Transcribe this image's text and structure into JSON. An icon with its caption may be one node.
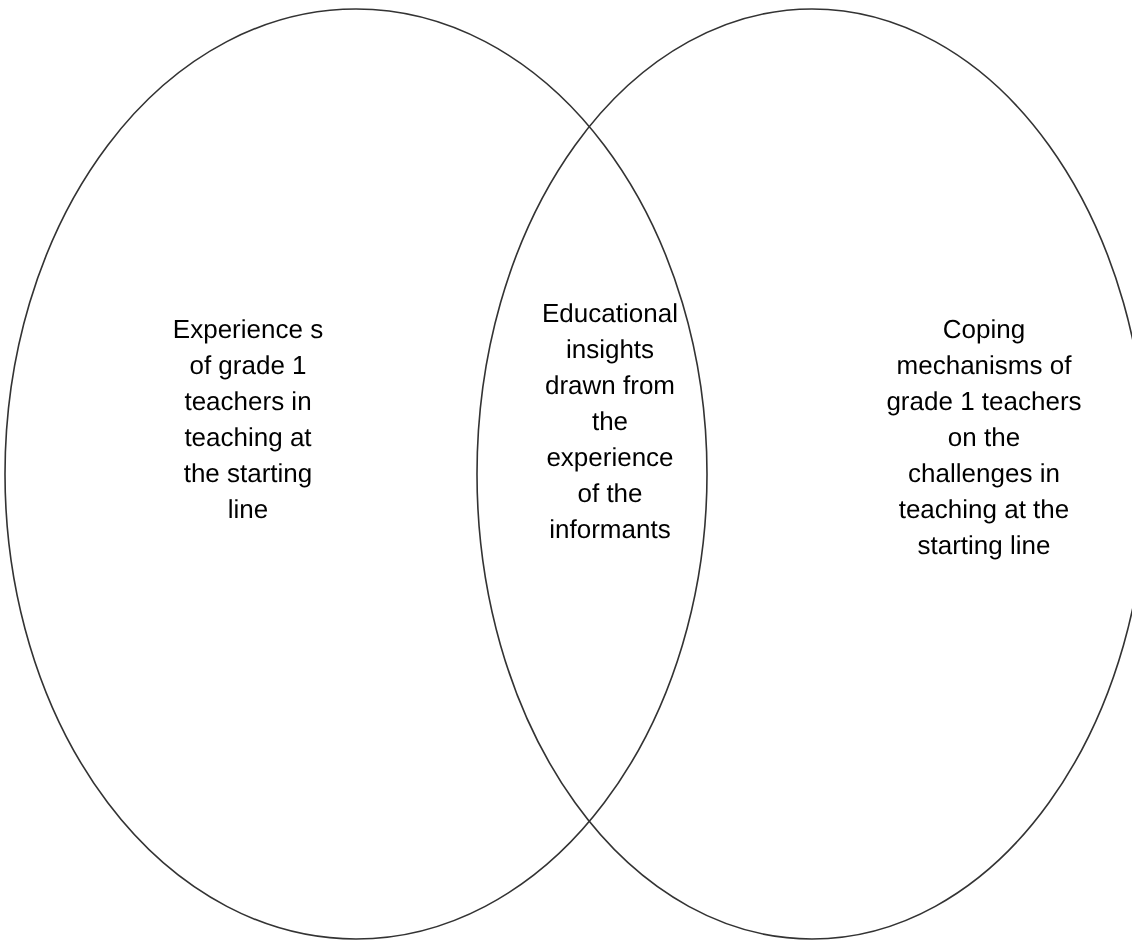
{
  "diagram": {
    "nodes": [
      {
        "text": [
          "Experience s of grade 1 teachers in teaching at the starting line"
        ]
      },
      {
        "text": [
          "Coping mechanisms of grade 1 teachers on the challenges in teaching at the starting line"
        ]
      }
    ],
    "labels": [
      "Educational insights drawn from the experience of the informants"
    ]
  }
}
